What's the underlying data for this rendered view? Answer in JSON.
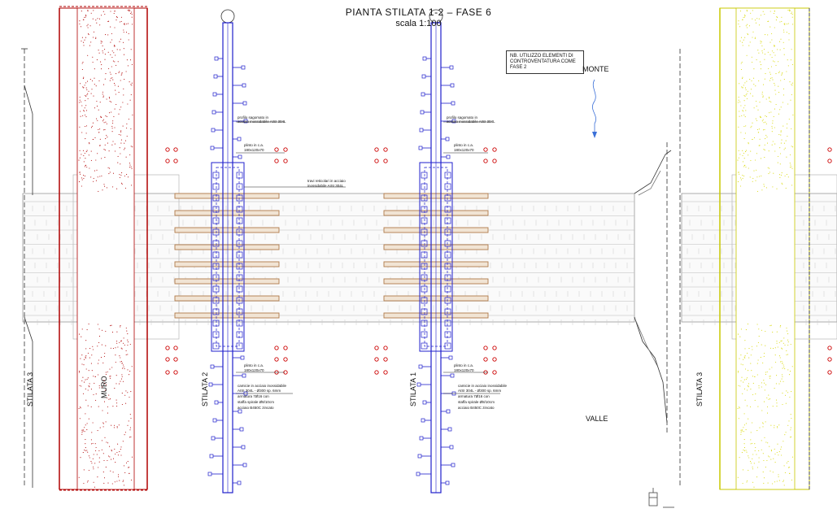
{
  "title": "PIANTA STILATA 1-2 – FASE 6",
  "scale": "scala 1:100",
  "note": "NB. UTILIZZO ELEMENTI DI CONTROVENTATURA COME FASE 2",
  "labels": {
    "monte": "MONTE",
    "valle": "VALLE",
    "stilata3_left": "STILATA 3",
    "stilata3_right": "STILATA 3",
    "stilata2": "STILATA 2",
    "stilata1": "STILATA 1",
    "muro": "MURO"
  },
  "annotations": {
    "profilo": [
      "profilo sagomato in",
      "acciaio inossidabile AISI 304L"
    ],
    "plinto_top": [
      "plinto in c.a.",
      "180x120x70"
    ],
    "travi": [
      "travi reticolari in acciaio",
      "inossidabile AISI 304L"
    ],
    "plinto_bottom": [
      "plinto in c.a.",
      "180x120x70"
    ],
    "camicia": [
      "camicie in acciaio inossidabile",
      "AISI 304L - Ø300 sp. 6mm",
      "armatura 7Ø16 con",
      "staffa spirale Ø8/10cm",
      "acciaio B450C zincato"
    ]
  },
  "colors": {
    "pier": "#1f1fcc",
    "timber": "#b07a4a",
    "wall_left": "#b00000",
    "wall_right": "#d8d800",
    "markers": "#cc0000",
    "water": "#3a6fd8",
    "deck": "#999999"
  },
  "icons": [
    "water-flow-icon",
    "north-arrow-icon"
  ]
}
